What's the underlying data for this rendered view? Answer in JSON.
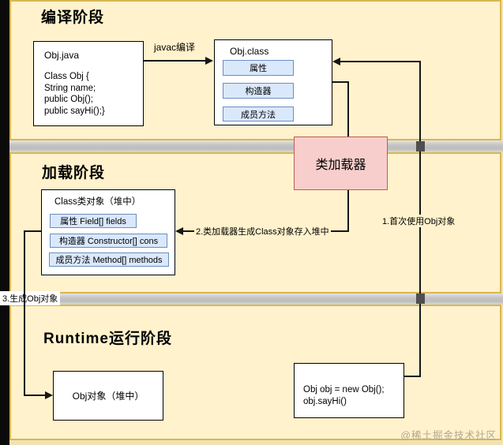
{
  "colors": {
    "canvas_bg": "#fff2cc",
    "frame_border": "#d9b750",
    "divider_gray": "#c6c6c6",
    "blue_fill": "#dae8fc",
    "blue_border": "#6c8ebf",
    "pink_fill": "#f8cecc",
    "pink_border": "#bb5e57",
    "line": "#161616"
  },
  "sections": {
    "compile_title": "编译阶段",
    "load_title": "加载阶段",
    "runtime_title": "Runtime运行阶段"
  },
  "compile": {
    "obj_java_title": "Obj.java",
    "obj_java_code": [
      "Class Obj {",
      "String name;",
      "public Obj();",
      "public sayHi();}"
    ],
    "javac_arrow_label": "javac编译",
    "obj_class_title": "Obj.class",
    "obj_class_members": [
      "属性",
      "构造器",
      "成员方法"
    ]
  },
  "class_loader_label": "类加载器",
  "load": {
    "class_object_title": "Class类对象（堆中）",
    "class_object_members": [
      "属性 Field[] fields",
      "构造器 Constructor[] cons",
      "成员方法 Method[] methods"
    ]
  },
  "runtime": {
    "obj_object_label": "Obj对象（堆中）",
    "code_lines": [
      "Obj obj = new Obj();",
      "obj.sayHi()"
    ]
  },
  "steps": {
    "step1": "1.首次使用Obj对象",
    "step2": "2.类加载器生成Class对象存入堆中",
    "step3": "3.生成Obj对象"
  },
  "watermark": "@稀土掘金技术社区"
}
